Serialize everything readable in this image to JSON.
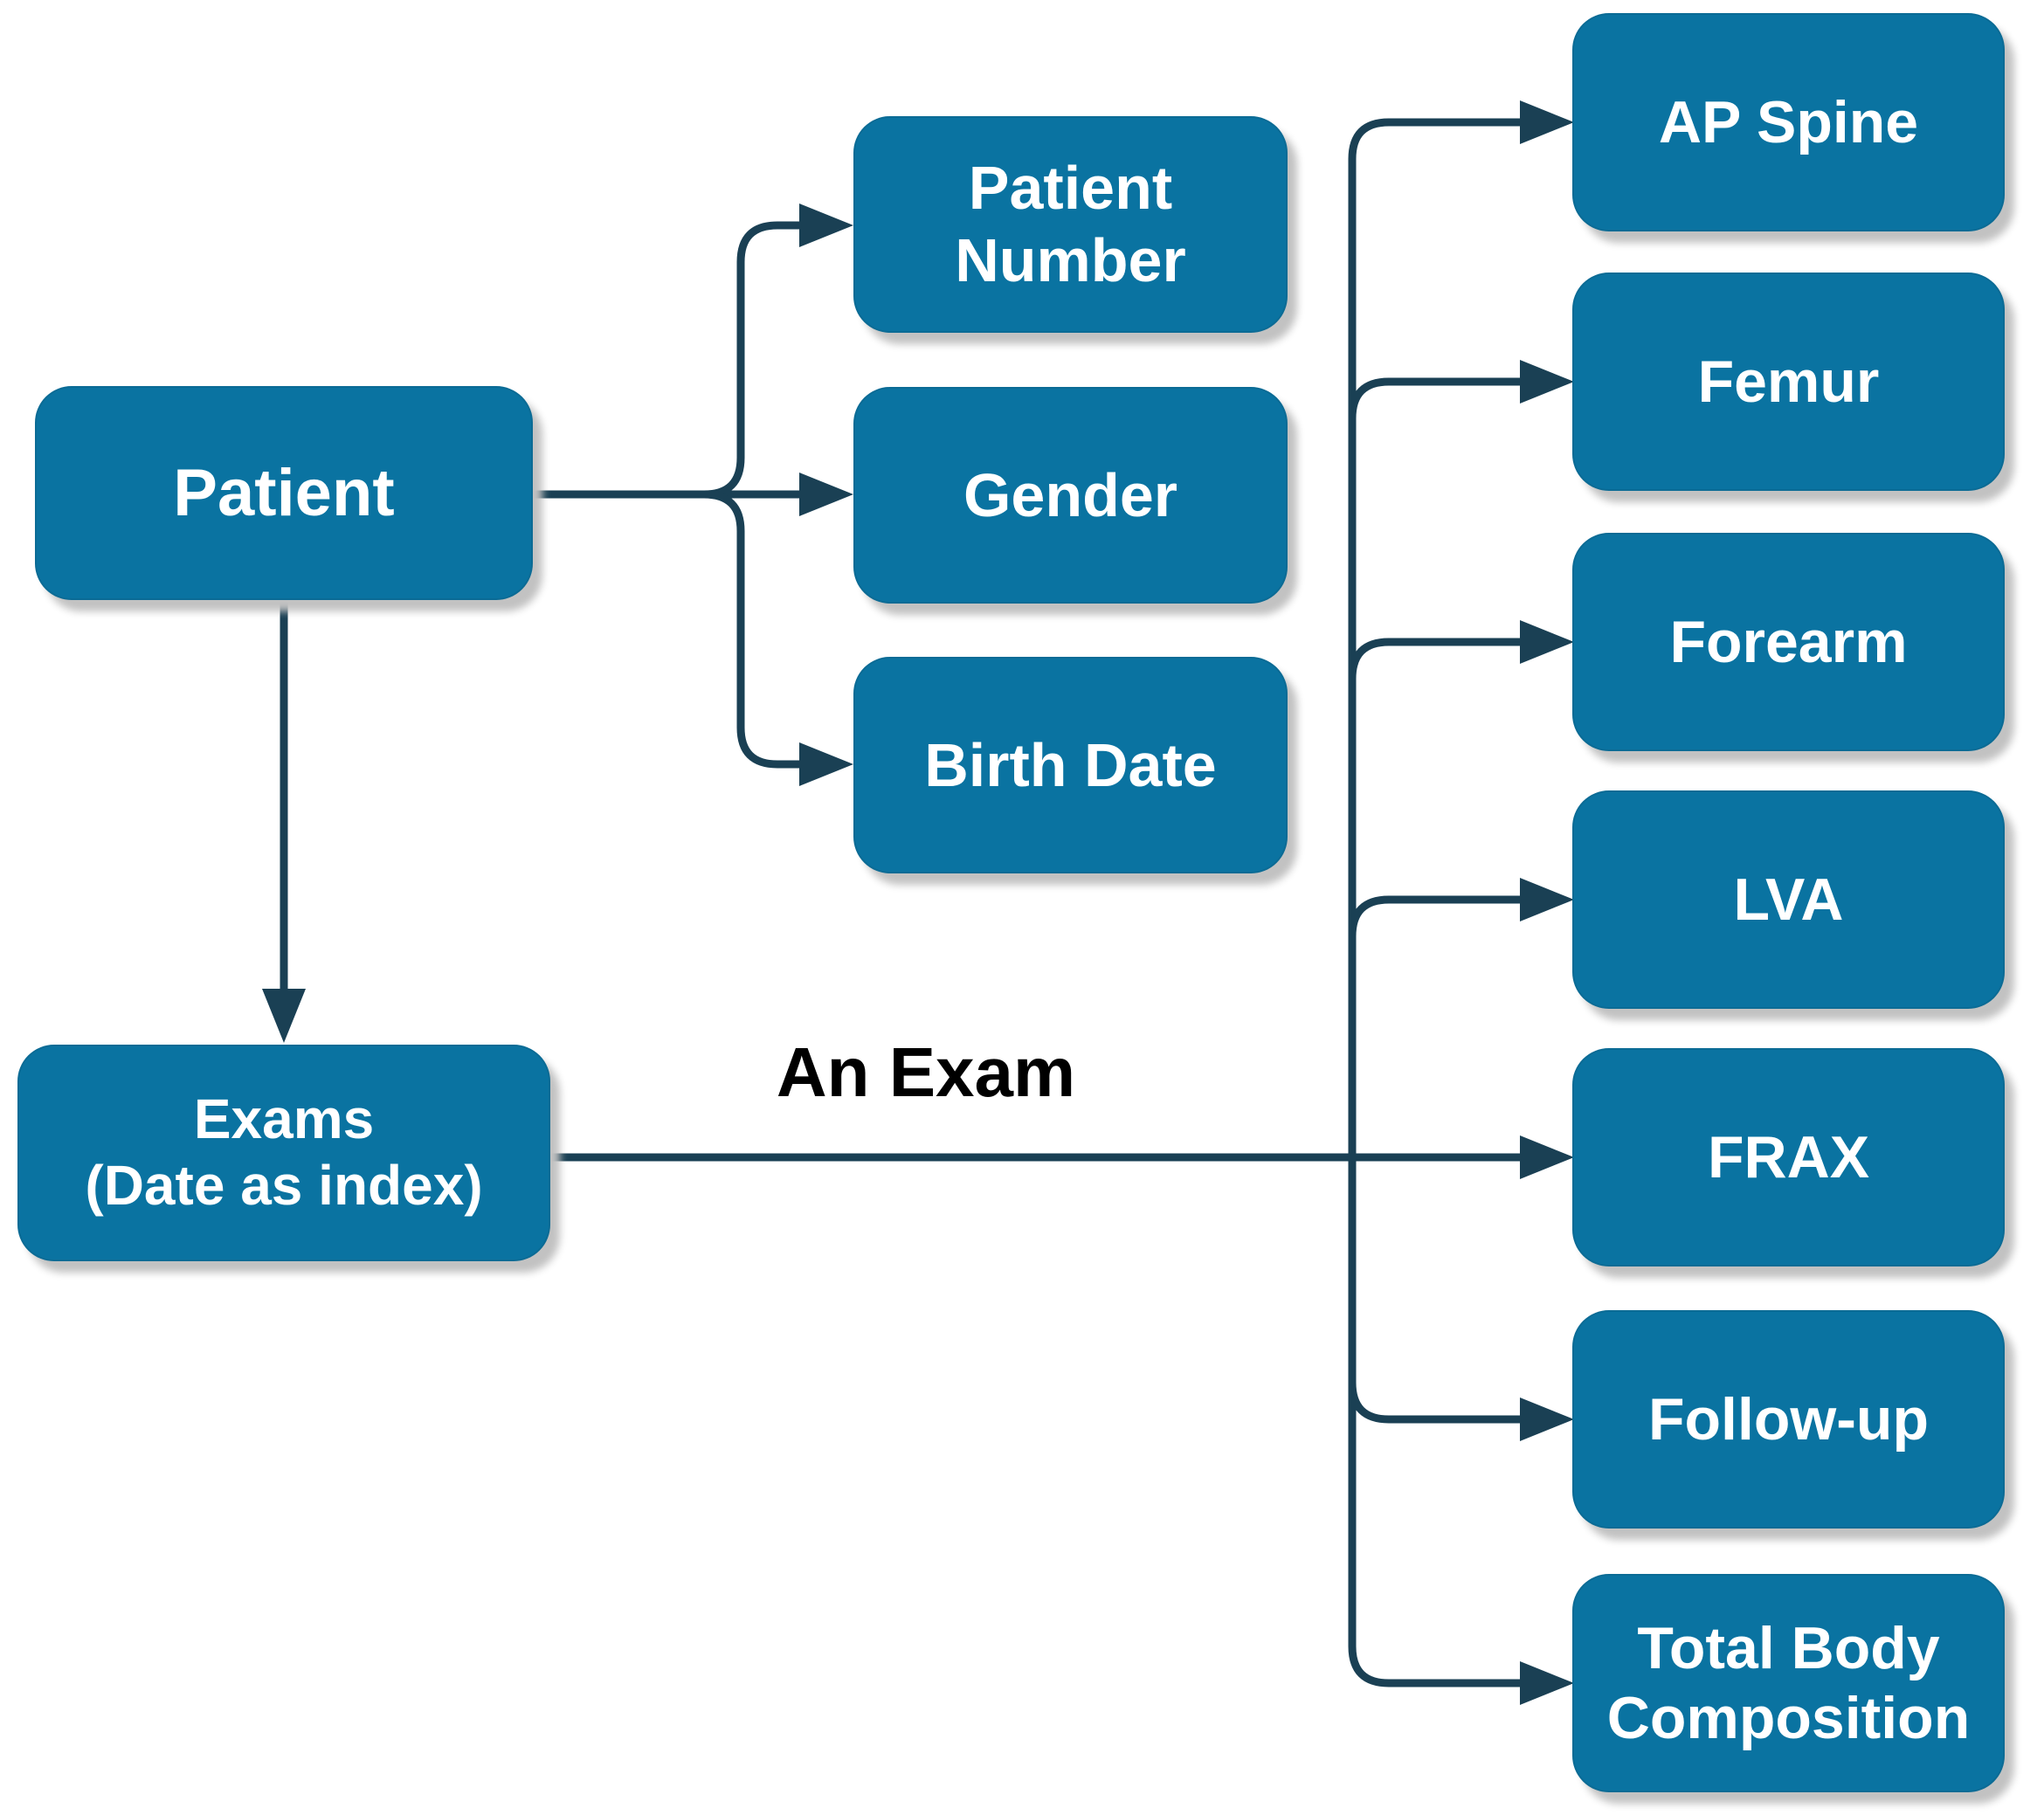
{
  "diagram": {
    "type": "flowchart",
    "description": "Patient data model: a Patient has attributes (Patient Number, Gender, Birth Date) and Exams indexed by date; an Exam links to measurement types."
  },
  "nodes": {
    "patient": {
      "label": "Patient"
    },
    "patient_number": {
      "label": "Patient Number",
      "lines": [
        "Patient",
        "Number"
      ]
    },
    "gender": {
      "label": "Gender"
    },
    "birth_date": {
      "label": "Birth Date"
    },
    "exams": {
      "label": "Exams (Date as index)",
      "lines": [
        "Exams",
        "(Date as index)"
      ]
    },
    "ap_spine": {
      "label": "AP Spine"
    },
    "femur": {
      "label": "Femur"
    },
    "forearm": {
      "label": "Forearm"
    },
    "lva": {
      "label": "LVA"
    },
    "frax": {
      "label": "FRAX"
    },
    "follow_up": {
      "label": "Follow-up"
    },
    "total_body": {
      "label": "Total Body Composition",
      "lines": [
        "Total Body",
        "Composition"
      ]
    }
  },
  "edges": {
    "exam_branch_label": "An Exam",
    "list": [
      {
        "from": "patient",
        "to": "patient_number"
      },
      {
        "from": "patient",
        "to": "gender"
      },
      {
        "from": "patient",
        "to": "birth_date"
      },
      {
        "from": "patient",
        "to": "exams"
      },
      {
        "from": "exams",
        "to": "ap_spine",
        "label": "An Exam"
      },
      {
        "from": "exams",
        "to": "femur"
      },
      {
        "from": "exams",
        "to": "forearm"
      },
      {
        "from": "exams",
        "to": "lva"
      },
      {
        "from": "exams",
        "to": "frax"
      },
      {
        "from": "exams",
        "to": "follow_up"
      },
      {
        "from": "exams",
        "to": "total_body"
      }
    ]
  },
  "colors": {
    "node_fill": "#0A73A1",
    "node_border": "#0B6B95",
    "node_text": "#FFFFFF",
    "connector": "#1A4054",
    "edge_label_text": "#000000",
    "shadow": "#C2C2C2",
    "background": "#FFFFFF"
  }
}
